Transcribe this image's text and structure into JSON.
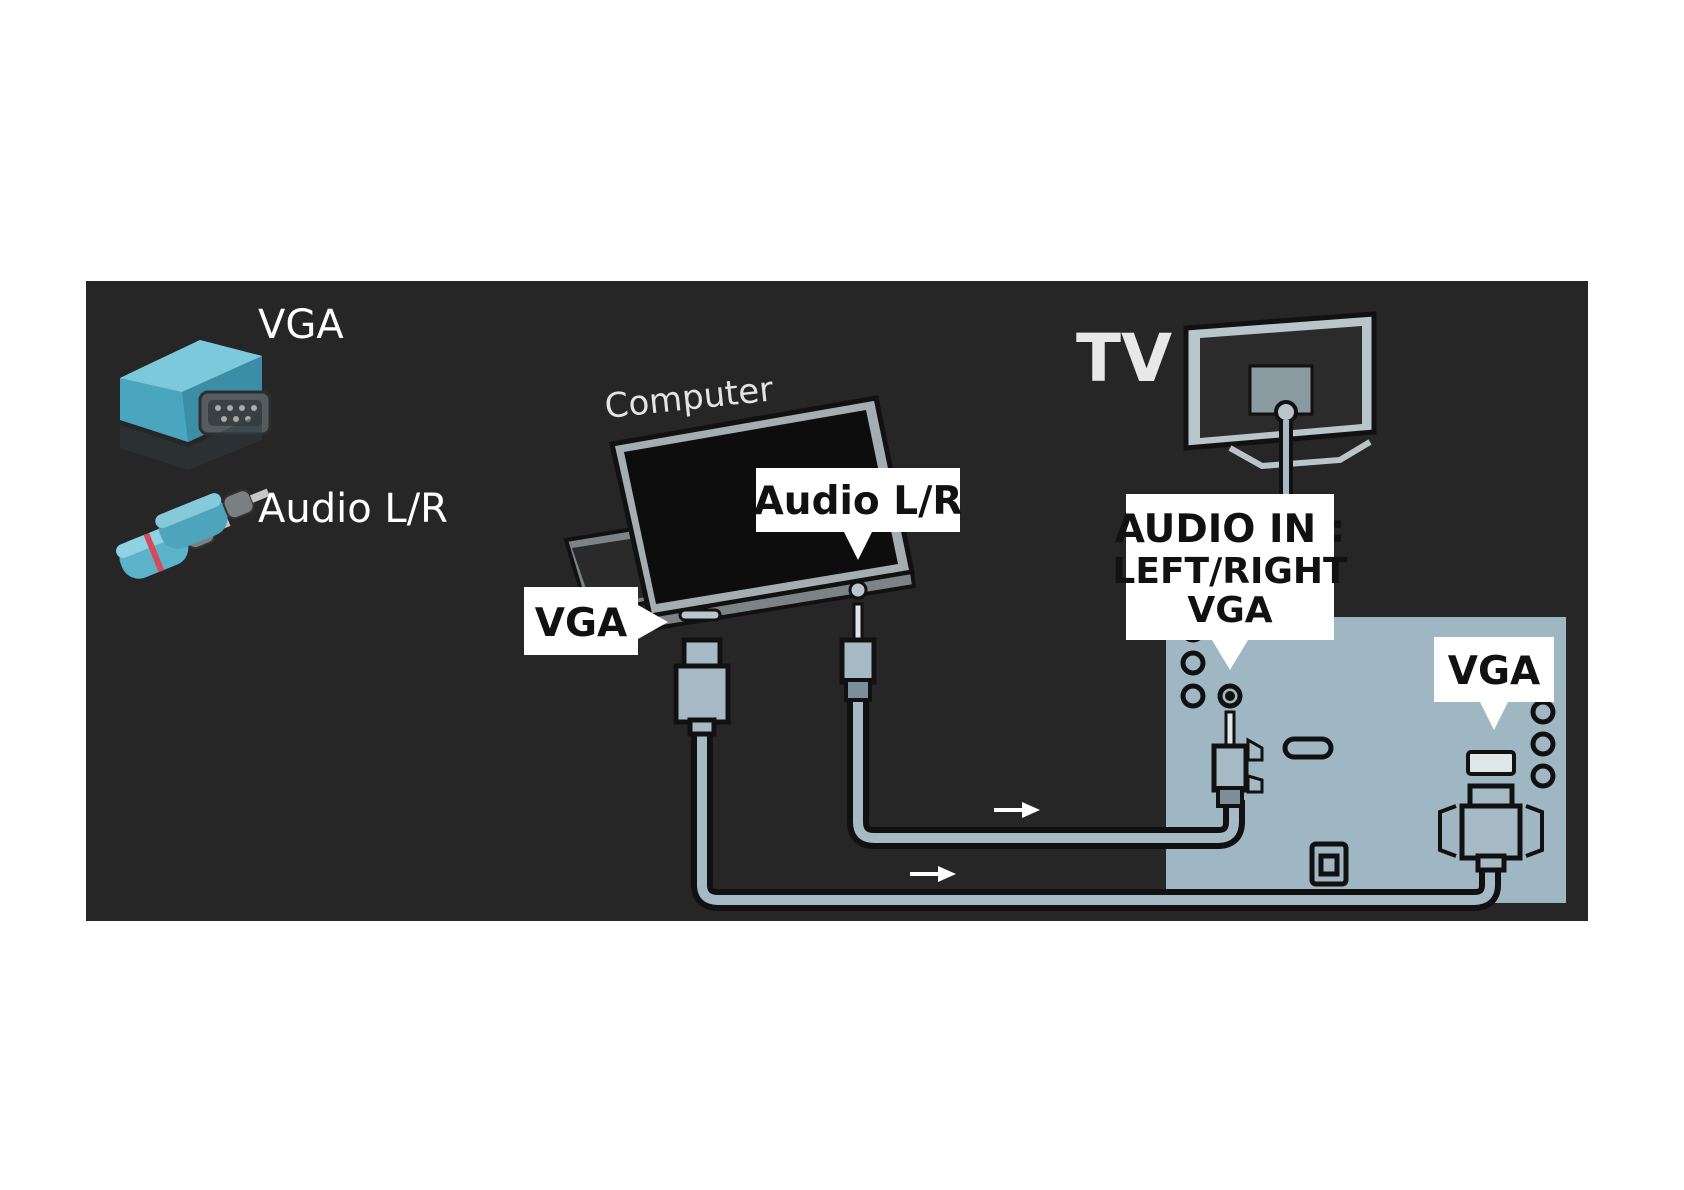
{
  "legend": {
    "vga_label": "VGA",
    "audio_label": "Audio L/R"
  },
  "devices": {
    "computer_label": "Computer",
    "tv_label": "TV"
  },
  "callouts": {
    "computer_audio": "Audio L/R",
    "computer_vga": "VGA",
    "tv_audio_line1": "AUDIO IN :",
    "tv_audio_line2": "LEFT/RIGHT",
    "tv_audio_line3": "VGA",
    "tv_vga": "VGA"
  },
  "colors": {
    "background": "#262626",
    "panel": "#9fb7c2",
    "cable_light": "#a5bac4",
    "outline": "#111111",
    "connector_teal": "#5bb3c9"
  },
  "icons": [
    "vga-connector-icon",
    "rca-connector-icon",
    "laptop-icon",
    "tv-icon",
    "signal-arrow-icon"
  ]
}
